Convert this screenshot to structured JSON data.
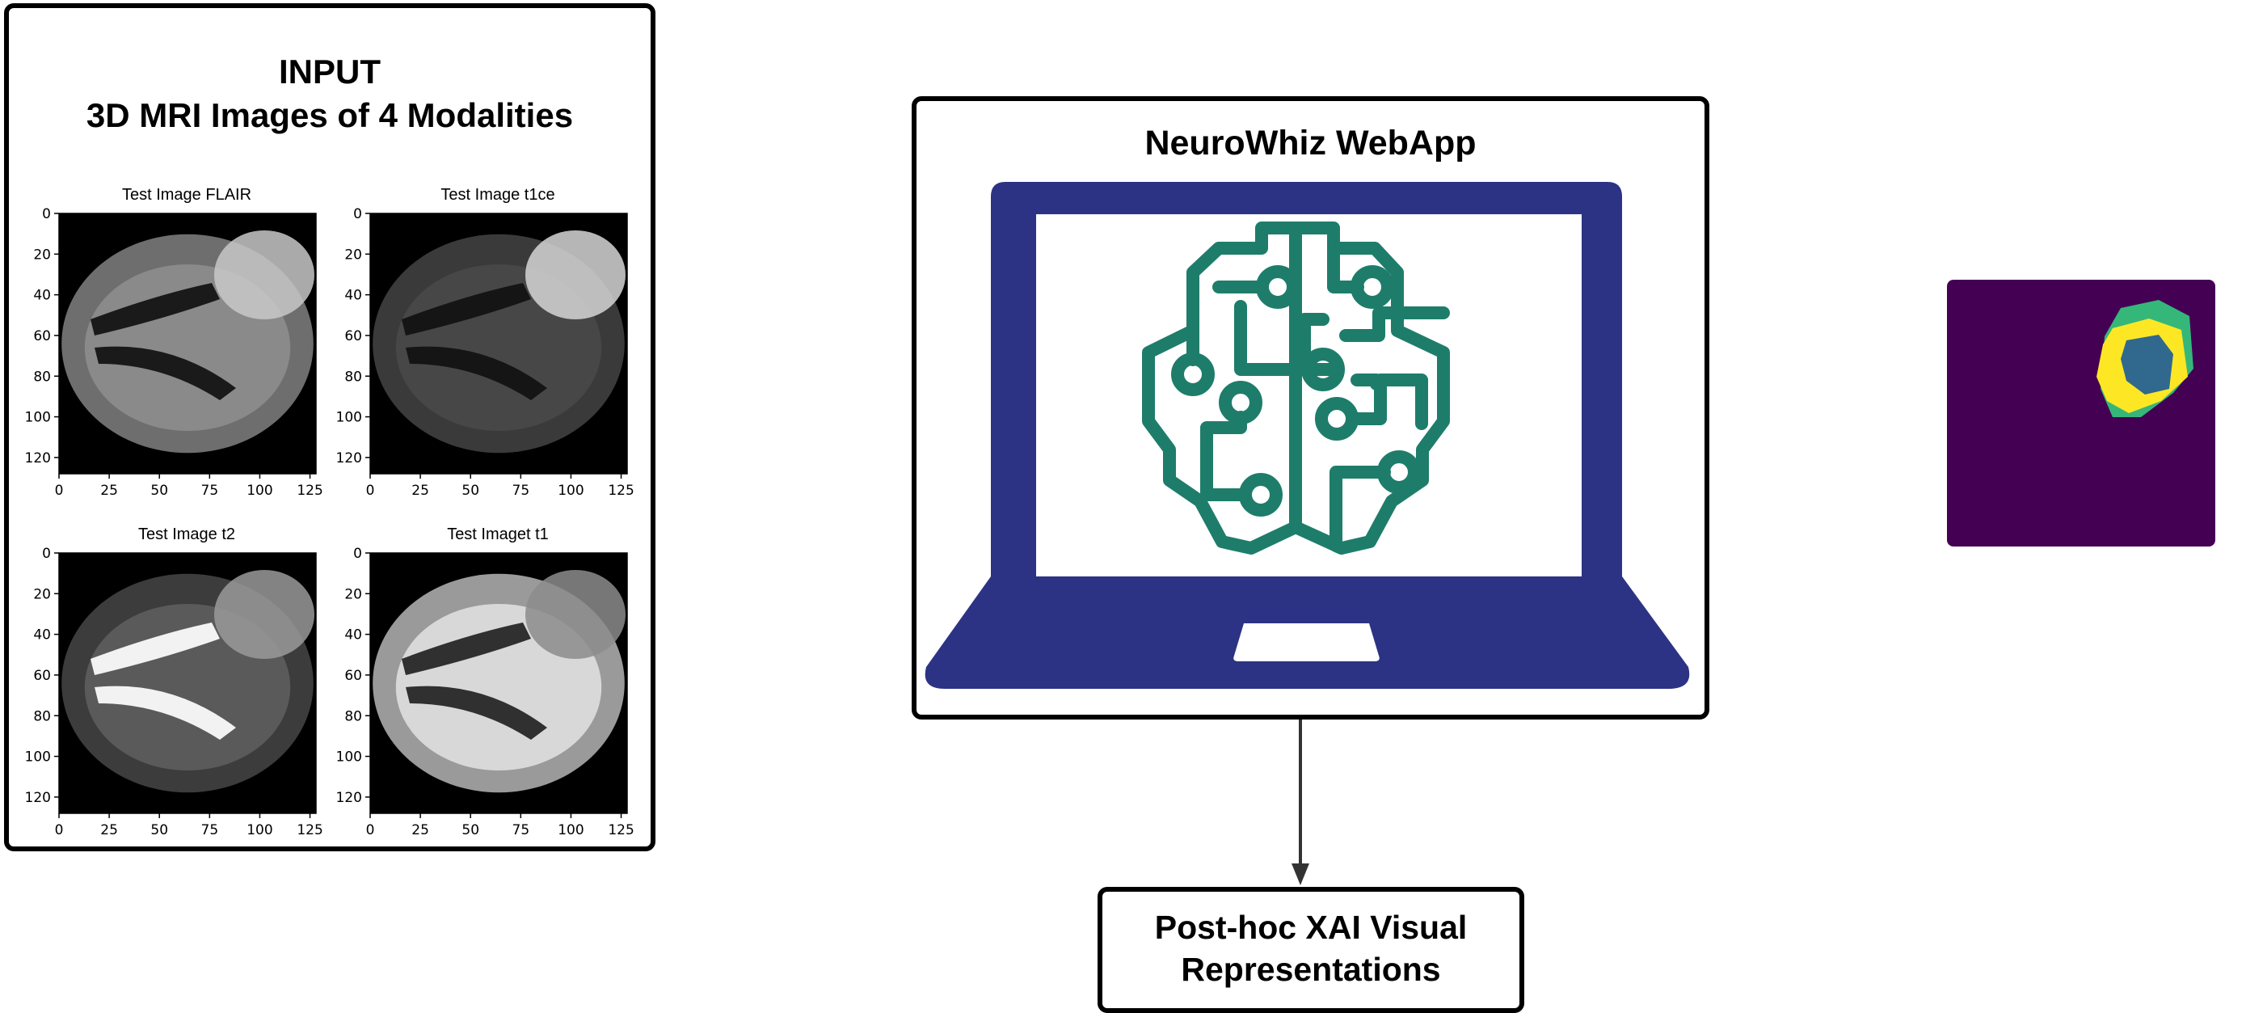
{
  "input_panel": {
    "title_line1": "INPUT",
    "title_line2": "3D MRI Images of 4 Modalities",
    "images": [
      {
        "title": "Test Image FLAIR",
        "modality": "FLAIR"
      },
      {
        "title": "Test Image t1ce",
        "modality": "t1ce"
      },
      {
        "title": "Test Image t2",
        "modality": "t2"
      },
      {
        "title": "Test Imaget t1",
        "modality": "t1"
      }
    ],
    "x_ticks": [
      "0",
      "25",
      "50",
      "75",
      "100",
      "125"
    ],
    "y_ticks": [
      "0",
      "20",
      "40",
      "60",
      "80",
      "100",
      "120"
    ]
  },
  "webapp": {
    "title": "NeuroWhiz WebApp",
    "laptop_color": "#2c3384",
    "brain_color": "#1e7d6a",
    "icons": [
      "laptop-icon",
      "brain-circuit-icon"
    ]
  },
  "output": {
    "line1": "Post-hoc XAI Visual",
    "line2": "Representations"
  },
  "segmentation": {
    "background_color": "#440154",
    "colors": [
      "#fde725",
      "#35b779",
      "#31688e"
    ]
  }
}
